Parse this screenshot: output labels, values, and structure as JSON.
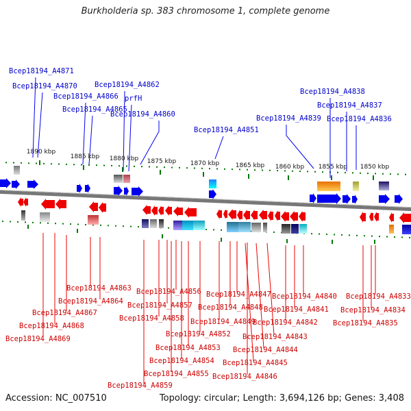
{
  "title": "Burkholderia sp. 383 chromosome 1, complete genome",
  "accession_text": "Accession: NC_007510",
  "summary_text": "Topology: circular; Length: 3,694,126 bp; Genes: 3,408",
  "colors": {
    "forward_strand": "#0000ee",
    "reverse_strand": "#ee0000",
    "backbone": "#777777",
    "tick": "#007700",
    "forward_label": "#0000cc",
    "reverse_label": "#cc0000"
  },
  "ticks": [
    "1890 kbp",
    "1885 kbp",
    "1880 kbp",
    "1875 kbp",
    "1870 kbp",
    "1865 kbp",
    "1860 kbp",
    "1855 kbp",
    "1850 kbp"
  ],
  "forward_labels": [
    "Bcep18194_A4871",
    "Bcep18194_A4870",
    "Bcep18194_A4866",
    "Bcep18194_A4865",
    "Bcep18194_A4862",
    "prfH",
    "Bcep18194_A4860",
    "Bcep18194_A4851",
    "Bcep18194_A4839",
    "Bcep18194_A4838",
    "Bcep18194_A4837",
    "Bcep18194_A4836"
  ],
  "reverse_labels": [
    "Bcep18194_A4863",
    "Bcep18194_A4864",
    "Bcep18194_A4867",
    "Bcep18194_A4868",
    "Bcep18194_A4869",
    "Bcep18194_A4856",
    "Bcep18194_A4857",
    "Bcep18194_A4858",
    "Bcep18194_A4849",
    "Bcep18194_A4852",
    "Bcep18194_A4853",
    "Bcep18194_A4854",
    "Bcep18194_A4855",
    "Bcep18194_A4859",
    "Bcep18194_A4847",
    "Bcep18194_A4848",
    "Bcep18194_A4843",
    "Bcep18194_A4844",
    "Bcep18194_A4845",
    "Bcep18194_A4846",
    "Bcep18194_A4840",
    "Bcep18194_A4841",
    "Bcep18194_A4842",
    "Bcep18194_A4833",
    "Bcep18194_A4834",
    "Bcep18194_A4835"
  ]
}
